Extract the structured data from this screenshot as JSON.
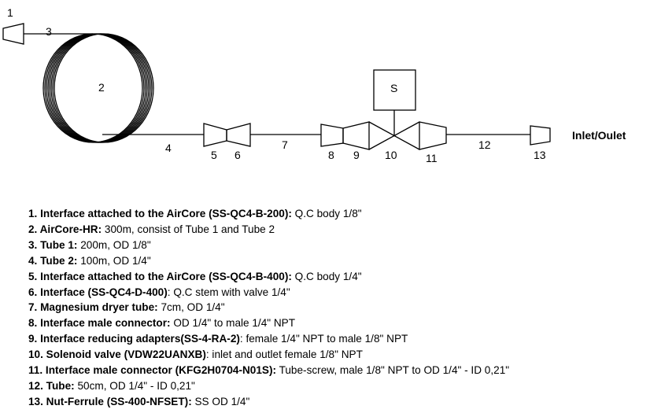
{
  "diagram": {
    "labels": {
      "n1": "1",
      "n2": "2",
      "n3": "3",
      "n4": "4",
      "n5": "5",
      "n6": "6",
      "n7": "7",
      "n8": "8",
      "n9": "9",
      "n10": "10",
      "n11": "11",
      "n12": "12",
      "n13": "13",
      "solenoid": "S",
      "inlet": "Inlet/Oulet"
    }
  },
  "legend": [
    {
      "bold": "1. Interface attached to the AirCore (SS-QC4-B-200):",
      "text": " Q.C body 1/8\""
    },
    {
      "bold": "2. AirCore-HR:",
      "text": " 300m, consist of Tube 1 and Tube 2"
    },
    {
      "bold": "3. Tube 1:",
      "text": " 200m, OD 1/8\""
    },
    {
      "bold": "4. Tube 2:",
      "text": " 100m, OD 1/4\""
    },
    {
      "bold": "5. Interface attached to the AirCore (SS-QC4-B-400):",
      "text": " Q.C body 1/4\""
    },
    {
      "bold": "6. Interface (SS-QC4-D-400)",
      "text": ": Q.C stem with valve 1/4\""
    },
    {
      "bold": "7. Magnesium dryer tube:",
      "text": " 7cm, OD 1/4\""
    },
    {
      "bold": "8. Interface male connector:",
      "text": " OD 1/4\" to male 1/4\" NPT"
    },
    {
      "bold": "9. Interface reducing adapters(SS-4-RA-2)",
      "text": ": female 1/4\" NPT to male 1/8\"  NPT"
    },
    {
      "bold": "10. Solenoid valve (VDW22UANXB)",
      "text": ": inlet and outlet female 1/8\" NPT"
    },
    {
      "bold": "11. Interface male connector (KFG2H0704-N01S):",
      "text": " Tube-screw, male 1/8\" NPT to OD 1/4\" - ID 0,21\""
    },
    {
      "bold": "12. Tube:",
      "text": " 50cm,  OD 1/4\" - ID 0,21\""
    },
    {
      "bold": "13. Nut-Ferrule (SS-400-NFSET):",
      "text": " SS OD 1/4\""
    }
  ]
}
